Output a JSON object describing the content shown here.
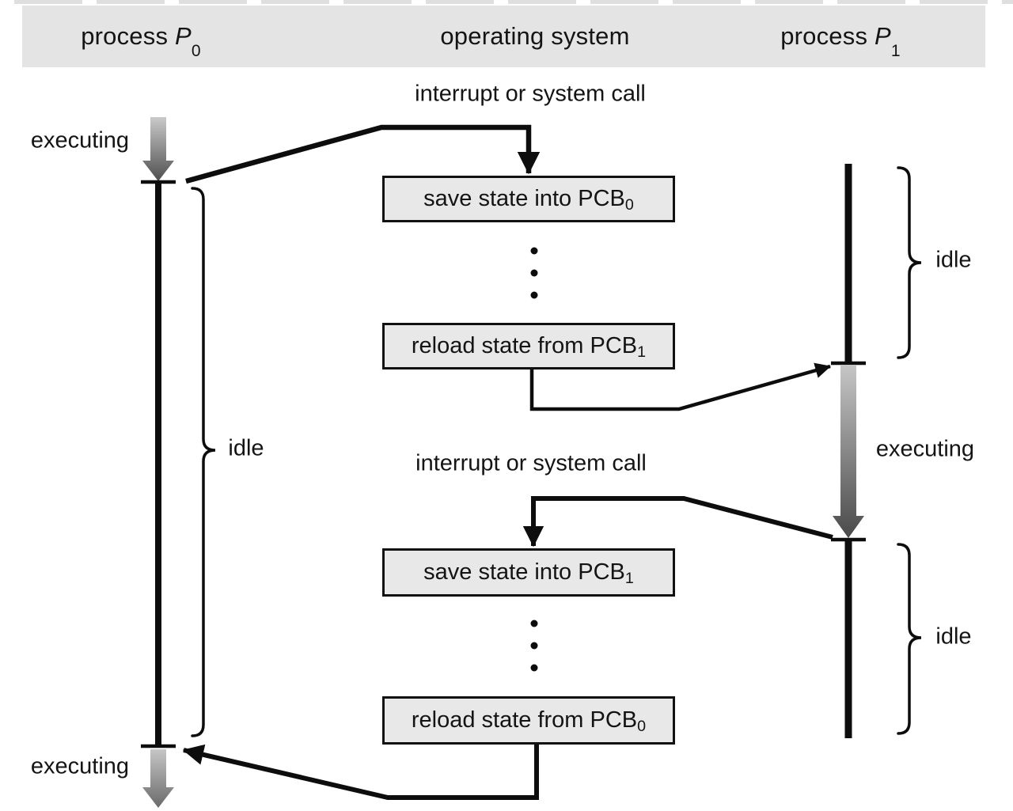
{
  "header": {
    "columns": [
      {
        "prefix": "process ",
        "symbol": "P",
        "subscript": "0"
      },
      {
        "label": "operating system"
      },
      {
        "prefix": "process ",
        "symbol": "P",
        "subscript": "1"
      }
    ]
  },
  "labels": {
    "interrupt_top": "interrupt or system call",
    "interrupt_bottom": "interrupt or system call",
    "executing_p0_top": "executing",
    "executing_p0_bottom": "executing",
    "executing_p1": "executing",
    "idle_p0": "idle",
    "idle_p1_top": "idle",
    "idle_p1_bottom": "idle"
  },
  "boxes": [
    {
      "text": "save state into PCB",
      "subscript": "0"
    },
    {
      "text": "reload state from PCB",
      "subscript": "1"
    },
    {
      "text": "save state into PCB",
      "subscript": "1"
    },
    {
      "text": "reload state from PCB",
      "subscript": "0"
    }
  ],
  "colors": {
    "band_gray": "#e4e4e4",
    "box_fill": "#e8e8e8",
    "box_border": "#111111",
    "line_black": "#0d0d0d",
    "arrow_gradient_light": "#cacaca",
    "arrow_gradient_dark": "#4f4f4f"
  }
}
